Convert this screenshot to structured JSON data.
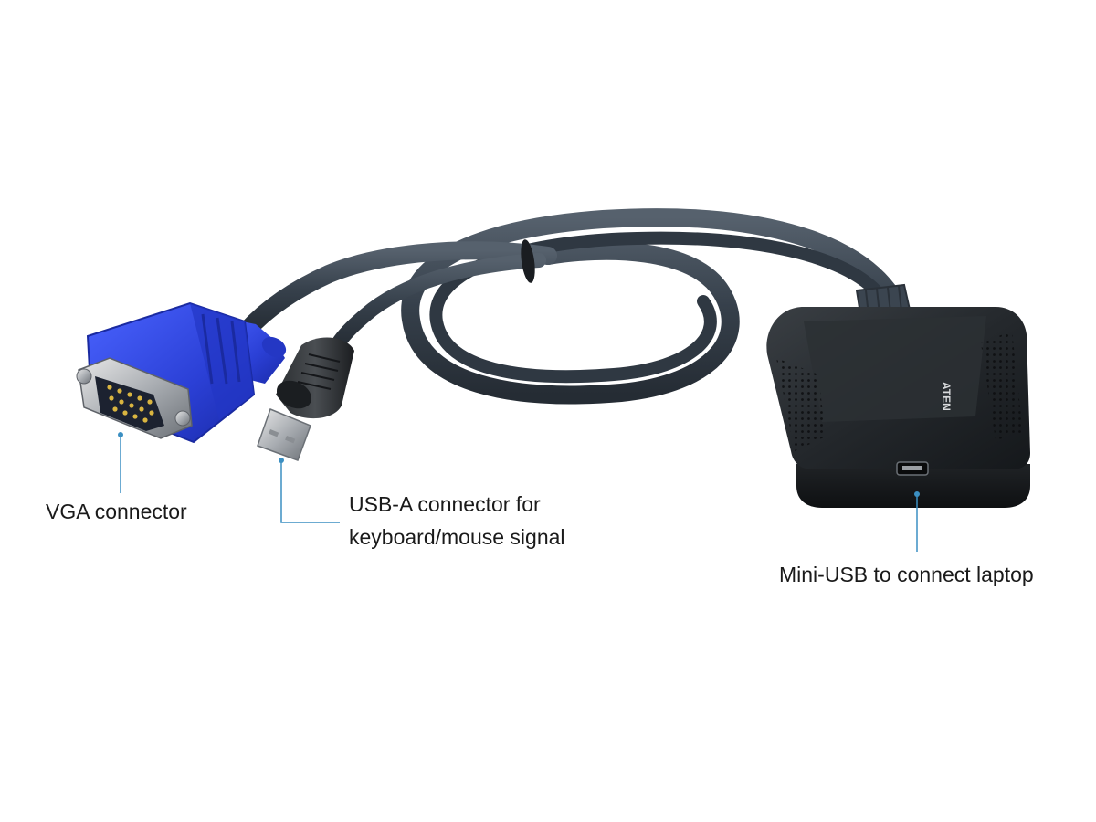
{
  "product": {
    "logo_text": "ATEN"
  },
  "callouts": {
    "vga": {
      "label": "VGA connector"
    },
    "usb_a": {
      "line1": "USB-A connector for",
      "line2": "keyboard/mouse signal"
    },
    "mini_usb": {
      "label": "Mini-USB to connect laptop"
    }
  },
  "colors": {
    "background": "#ffffff",
    "cable": "#3a4450",
    "vga_plug": "#2f45d8",
    "adapter_body": "#1c1f22",
    "callout_line": "#3b8fc2",
    "label_text": "#1a1a1a"
  }
}
